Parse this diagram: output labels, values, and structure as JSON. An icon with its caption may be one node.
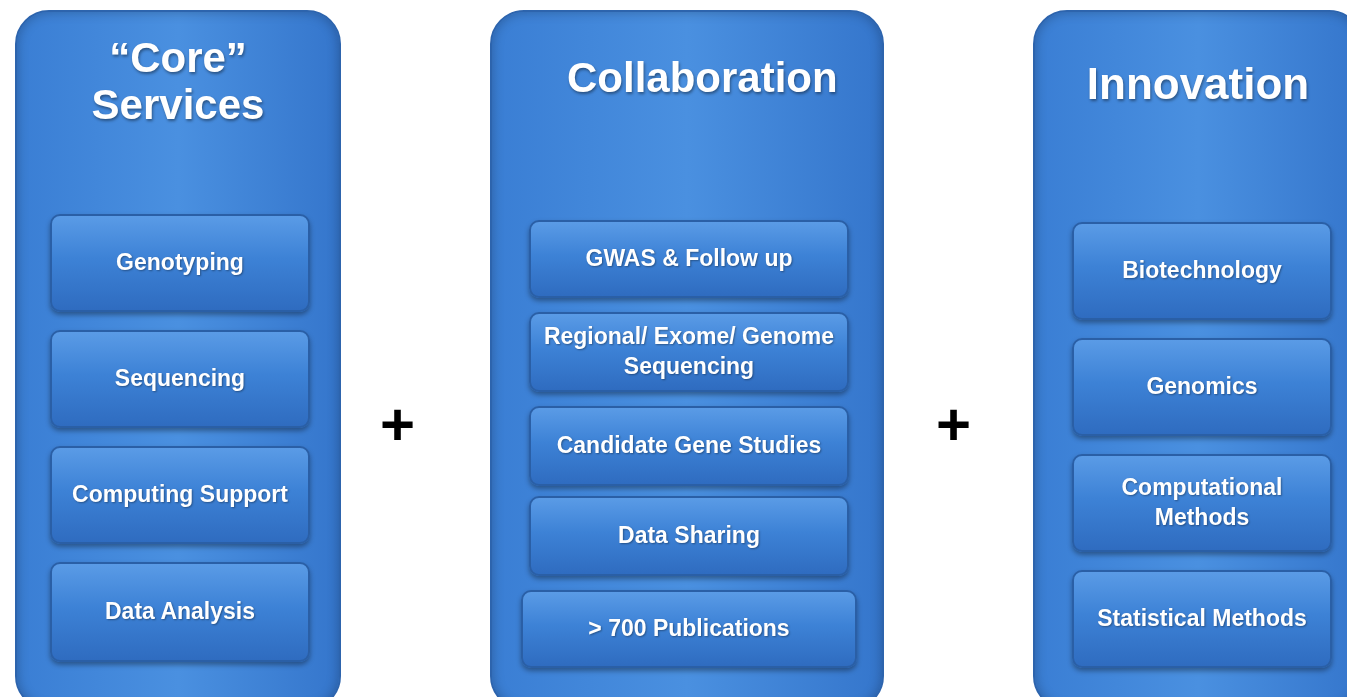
{
  "diagram": {
    "nodes": [
      {
        "text": [
          "“Core” Services"
        ]
      },
      {
        "text": [
          "Genotyping"
        ],
        "in": 0
      },
      {
        "text": [
          "Sequencing"
        ],
        "in": 0
      },
      {
        "text": [
          "Computing Support"
        ],
        "in": 0
      },
      {
        "text": [
          "Data Analysis"
        ],
        "in": 0
      },
      {
        "text": [
          "Collaboration"
        ]
      },
      {
        "text": [
          "GWAS & Follow up"
        ],
        "in": 5
      },
      {
        "text": [
          "Regional/ Exome/ Genome Sequencing"
        ],
        "in": 5
      },
      {
        "text": [
          "Candidate Gene Studies"
        ],
        "in": 5
      },
      {
        "text": [
          "Data Sharing"
        ],
        "in": 5
      },
      {
        "text": [
          "> 700 Publications"
        ],
        "in": 5
      },
      {
        "text": [
          "Innovation"
        ]
      },
      {
        "text": [
          "Biotechnology"
        ],
        "in": 11
      },
      {
        "text": [
          "Genomics"
        ],
        "in": 11
      },
      {
        "text": [
          "Computational Methods"
        ],
        "in": 11
      },
      {
        "text": [
          "Statistical Methods"
        ],
        "in": 11
      }
    ],
    "edges": [],
    "labels": [
      "+",
      "+"
    ]
  }
}
